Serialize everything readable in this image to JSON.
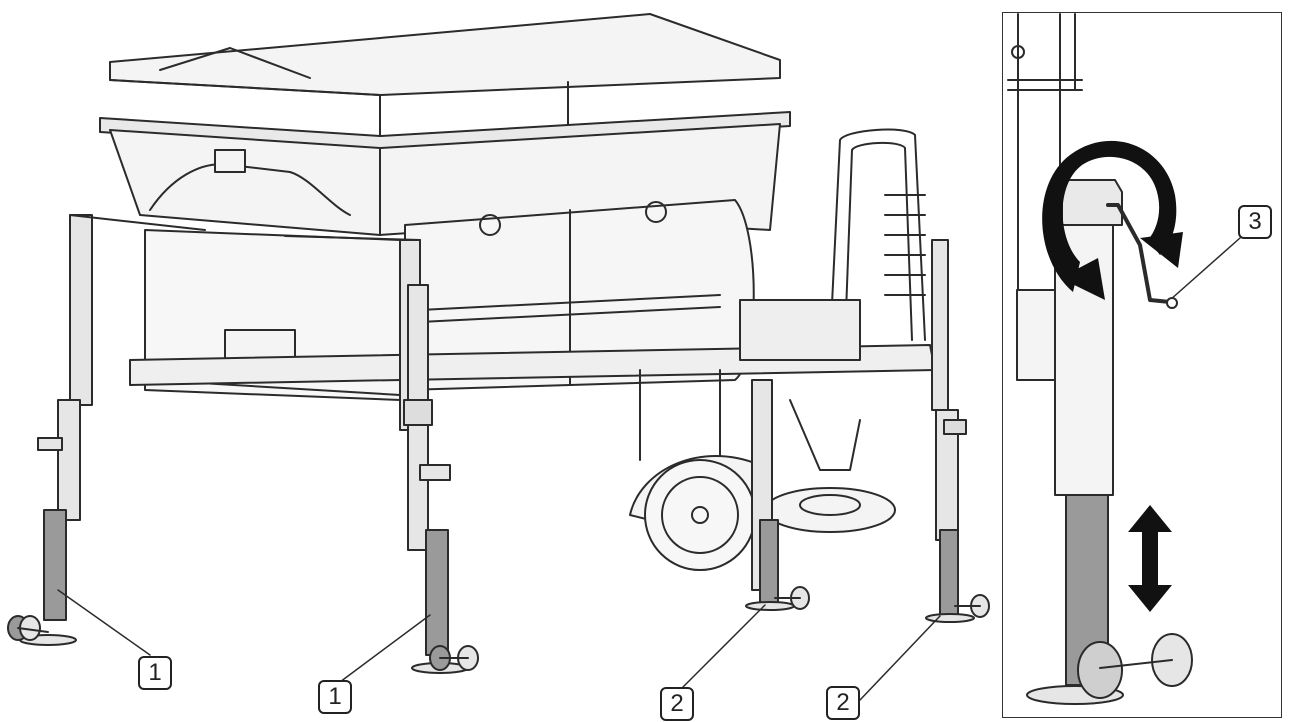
{
  "colors": {
    "line": "#2b2b2b",
    "body_fill": "#f4f4f4",
    "leg_fill": "#9a9a9a",
    "leg_light": "#e6e6e6",
    "arrow": "#111111"
  },
  "callouts": [
    {
      "label": "1",
      "target": "front-left-jack-stand"
    },
    {
      "label": "1",
      "target": "front-right-jack-stand"
    },
    {
      "label": "2",
      "target": "rear-left-jack-stand"
    },
    {
      "label": "2",
      "target": "rear-right-jack-stand"
    },
    {
      "label": "3",
      "target": "crank-handle"
    }
  ],
  "icons": {
    "rotation": "rotate-arrow-icon",
    "height": "up-down-arrow-icon"
  }
}
